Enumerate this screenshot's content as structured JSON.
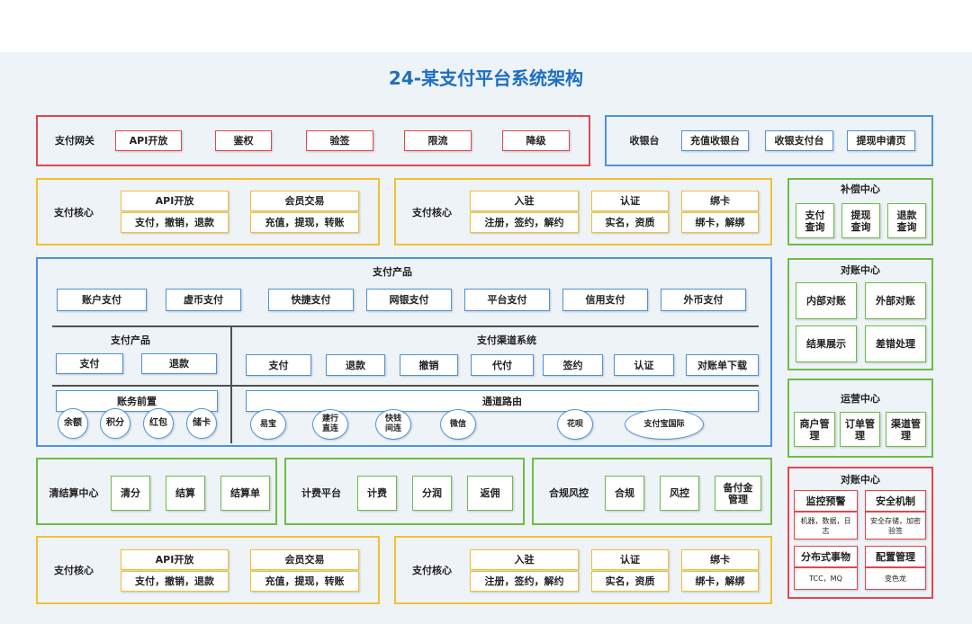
{
  "title": "24-某支付平台系统架构",
  "colors": {
    "title": "#1e6fc1",
    "background": "#eef3f8",
    "red": "#e2474d",
    "blue": "#4d93dc",
    "yellow": "#f2c12e",
    "green": "#6dbd45"
  },
  "gateway": {
    "label": "支付网关",
    "items": [
      "API开放",
      "鉴权",
      "验签",
      "限流",
      "降级"
    ]
  },
  "cashier": {
    "label": "收银台",
    "items": [
      "充值收银台",
      "收银支付台",
      "提现申请页"
    ]
  },
  "core_top_left": {
    "label": "支付核心",
    "groups": [
      {
        "title": "API开放",
        "detail": "支付，撤销，退款"
      },
      {
        "title": "会员交易",
        "detail": "充值，提现，转账"
      }
    ]
  },
  "core_top_right": {
    "label": "支付核心",
    "groups": [
      {
        "title": "入驻",
        "detail": "注册，签约，解约"
      },
      {
        "title": "认证",
        "detail": "实名，资质"
      },
      {
        "title": "绑卡",
        "detail": "绑卡，解绑"
      }
    ]
  },
  "compensation": {
    "title": "补偿中心",
    "items": [
      "支付\n查询",
      "提现\n查询",
      "退款\n查询"
    ]
  },
  "products": {
    "title": "支付产品",
    "items": [
      "账户支付",
      "虚币支付",
      "快捷支付",
      "网银支付",
      "平台支付",
      "信用支付",
      "外币支付"
    ],
    "product_section": {
      "title": "支付产品",
      "items": [
        "支付",
        "退款"
      ]
    },
    "accounting": {
      "title": "账务前置",
      "items": [
        "余额",
        "积分",
        "红包",
        "储卡"
      ]
    },
    "channel_system": {
      "title": "支付渠道系统",
      "items": [
        "支付",
        "退款",
        "撤销",
        "代付",
        "签约",
        "认证",
        "对账单下载"
      ]
    },
    "routing": {
      "title": "通道路由",
      "channels": [
        "易宝",
        "建行\n直连",
        "快钱\n间连",
        "微信",
        "花呗",
        "支付宝国际"
      ]
    }
  },
  "reconciliation": {
    "title": "对账中心",
    "items": [
      "内部对账",
      "外部对账",
      "结果展示",
      "差错处理"
    ]
  },
  "operations": {
    "title": "运营中心",
    "items": [
      "商户管\n理",
      "订单管\n理",
      "渠道管\n理"
    ]
  },
  "clearing": {
    "label": "清结算中心",
    "items": [
      "清分",
      "结算",
      "结算单"
    ]
  },
  "billing": {
    "label": "计费平台",
    "items": [
      "计费",
      "分润",
      "返佣"
    ]
  },
  "compliance": {
    "label": "合规风控",
    "items": [
      "合规",
      "风控",
      "备付金\n管理"
    ]
  },
  "monitoring_center": {
    "title": "对账中心",
    "cells": [
      {
        "title": "监控预警",
        "detail": "机器，数据，日\n志"
      },
      {
        "title": "安全机制",
        "detail": "安全存储，加密\n验签"
      },
      {
        "title": "分布式事物",
        "detail": "TCC，MQ"
      },
      {
        "title": "配置管理",
        "detail": "变色龙"
      }
    ]
  },
  "core_bottom_left": {
    "label": "支付核心",
    "groups": [
      {
        "title": "API开放",
        "detail": "支付，撤销，退款"
      },
      {
        "title": "会员交易",
        "detail": "充值，提现，转账"
      }
    ]
  },
  "core_bottom_right": {
    "label": "支付核心",
    "groups": [
      {
        "title": "入驻",
        "detail": "注册，签约，解约"
      },
      {
        "title": "认证",
        "detail": "实名，资质"
      },
      {
        "title": "绑卡",
        "detail": "绑卡，解绑"
      }
    ]
  }
}
